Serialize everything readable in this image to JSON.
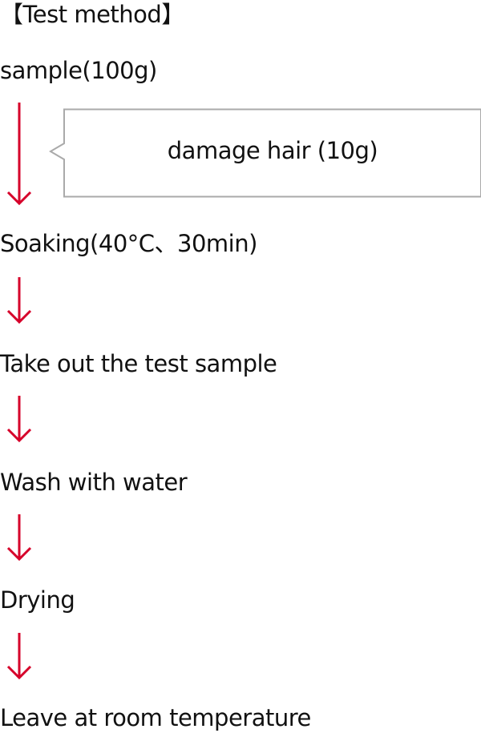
{
  "title": "【Test method】",
  "note": "damage hair (10g)",
  "steps": [
    "sample(100g)",
    "Soaking(40°C、30min)",
    "Take out the test sample",
    "Wash with water",
    "Drying",
    "Leave at room temperature"
  ],
  "colors": {
    "arrow": "#d6002a",
    "callout_border": "#aaaaaa",
    "text": "#111111"
  }
}
